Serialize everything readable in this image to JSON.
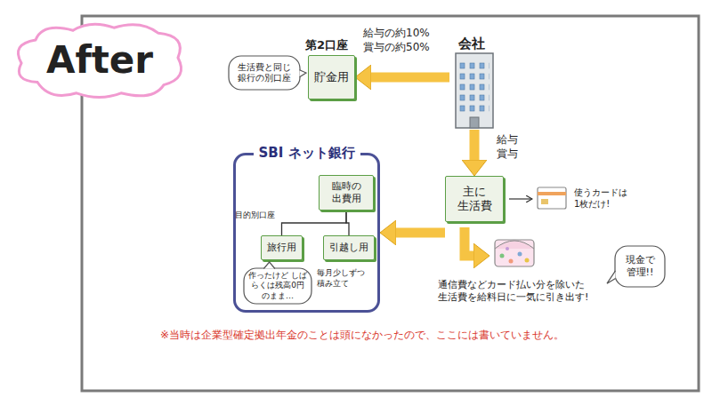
{
  "diagram": {
    "nodes": [
      {
        "text": [
          "After"
        ]
      },
      {
        "text": [
          "生活費と同じ 銀行の別口座"
        ]
      },
      {
        "text": [
          "第2口座",
          "貯金用"
        ]
      },
      {
        "text": [
          "会社"
        ]
      },
      {
        "text": [
          "SBI ネット銀行"
        ]
      },
      {
        "text": [
          "臨時の 出費用"
        ],
        "in": 4
      },
      {
        "text": [
          "旅行用"
        ],
        "in": 4
      },
      {
        "text": [
          "引越し用"
        ],
        "in": 4
      },
      {
        "text": [
          "作ったけど しばらくは残高0円のまま…"
        ],
        "in": 4
      },
      {
        "text": [
          "主に 生活費"
        ]
      },
      {
        "text": [
          "現金で 管理!!"
        ]
      }
    ],
    "edges": [
      {
        "from": 3,
        "to": 2,
        "arrow": "to",
        "label": "給与の約10% 賞与の約50%"
      },
      {
        "from": 3,
        "to": 9,
        "arrow": "to",
        "label": "給与 賞与"
      },
      {
        "from": 9,
        "to": 4,
        "arrow": "to"
      },
      {
        "from": 5,
        "to": 6,
        "arrow": "none"
      },
      {
        "from": 5,
        "to": 7,
        "arrow": "none"
      }
    ],
    "labels": [
      "使うカードは 1枚だけ!",
      "目的別口座",
      "毎月少しずつ 積み立て",
      "通信費などカード払い分を除いた 生活費を給料日に一気に引き出す!",
      "※当時は企業型確定拠出年金のことは頭になかったので、ここには書いていません。"
    ]
  }
}
